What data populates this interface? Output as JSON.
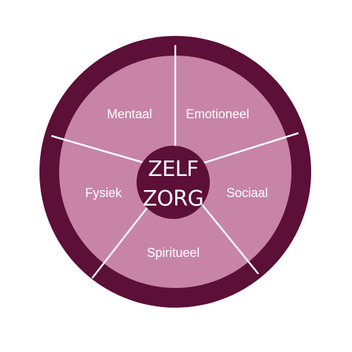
{
  "center": {
    "line1": "ZELF",
    "line2": "ZORG"
  },
  "segments": [
    {
      "label": "Mentaal"
    },
    {
      "label": "Emotioneel"
    },
    {
      "label": "Sociaal"
    },
    {
      "label": "Spiritueel"
    },
    {
      "label": "Fysiek"
    }
  ],
  "colors": {
    "outer_ring": "#5c0f37",
    "segment_fill": "#c784a7",
    "center_fill": "#5c0f37",
    "divider": "#ffffff",
    "text": "#ffffff"
  }
}
